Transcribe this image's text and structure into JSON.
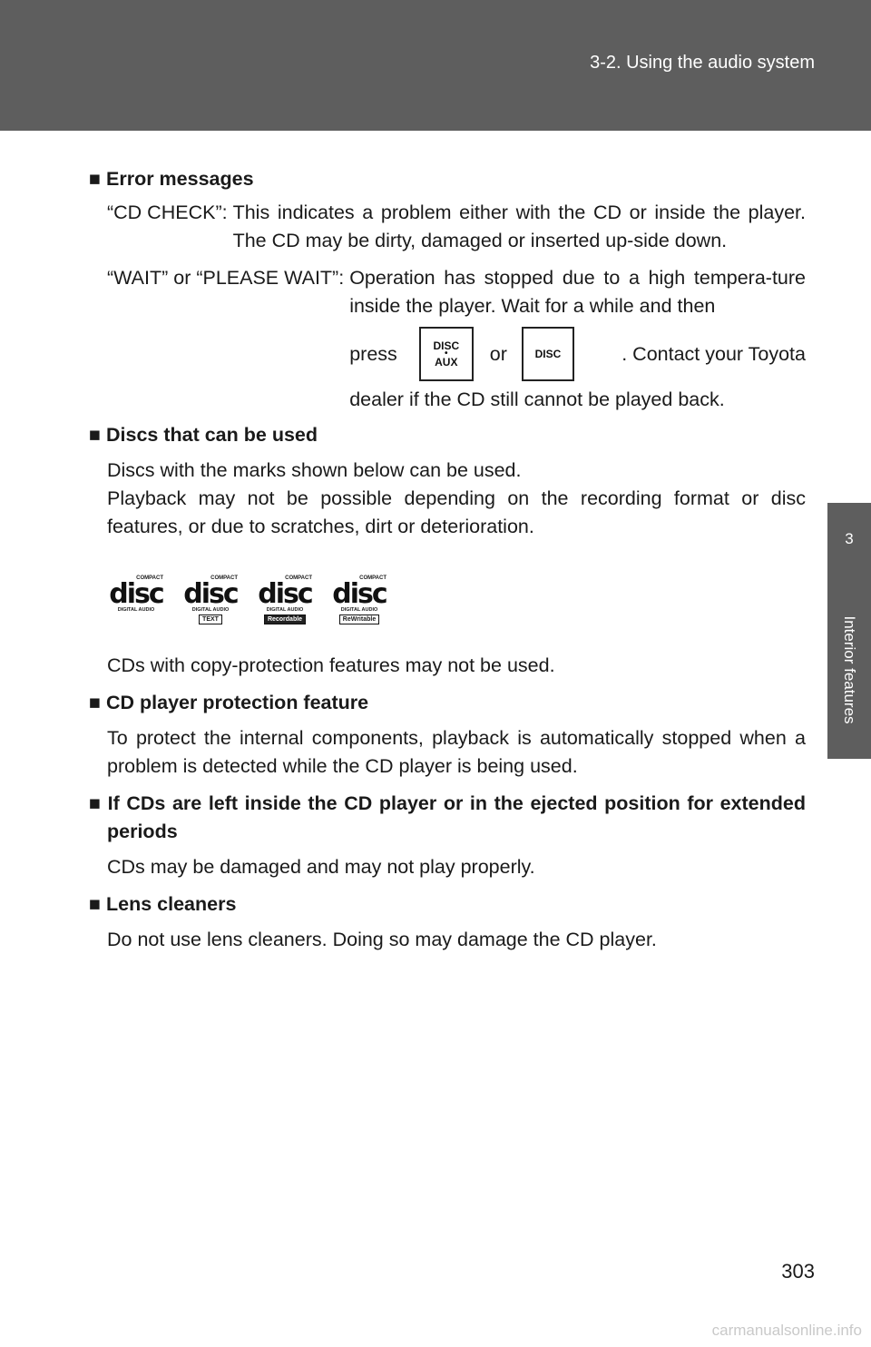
{
  "header": {
    "section_title": "3-2. Using the audio system"
  },
  "side_tab": {
    "chapter_number": "3",
    "label": "Interior features"
  },
  "error_messages": {
    "heading": "Error messages",
    "items": [
      {
        "term": "“CD CHECK”:",
        "description": "This indicates a problem either with the CD or inside the player. The CD may be dirty, damaged or inserted up-side down."
      },
      {
        "term": "“WAIT” or “PLEASE WAIT”:",
        "description_pre": "Operation has stopped due to a high tempera-ture inside the player. Wait for a while and then",
        "press_word": "press",
        "button1_line1": "DISC",
        "button1_line2": "AUX",
        "or_word": "or",
        "button2": "DISC",
        "press_tail": ". Contact your Toyota",
        "description_post": "dealer if the CD still cannot be played back."
      }
    ]
  },
  "discs": {
    "heading": "Discs that can be used",
    "para1": "Discs with the marks shown below can be used.",
    "para2": "Playback may not be possible depending on the recording format or disc features, or due to scratches, dirt or deterioration.",
    "logos": [
      {
        "top": "COMPACT",
        "word": "disc",
        "sub": "DIGITAL AUDIO",
        "tag": ""
      },
      {
        "top": "COMPACT",
        "word": "disc",
        "sub": "DIGITAL AUDIO",
        "tag": "TEXT"
      },
      {
        "top": "COMPACT",
        "word": "disc",
        "sub": "DIGITAL AUDIO",
        "tag": "Recordable"
      },
      {
        "top": "COMPACT",
        "word": "disc",
        "sub": "DIGITAL AUDIO",
        "tag": "ReWritable"
      }
    ],
    "para3": "CDs with copy-protection features may not be used."
  },
  "protection": {
    "heading": "CD player protection feature",
    "para": "To protect the internal components, playback is automatically stopped when a problem is detected while the CD player is being used."
  },
  "left_inside": {
    "heading": "If CDs are left inside the CD player or in the ejected position for extended periods",
    "para": "CDs may be damaged and may not play properly."
  },
  "lens": {
    "heading": "Lens cleaners",
    "para": "Do not use lens cleaners. Doing so may damage the CD player."
  },
  "bullet_glyph": "■",
  "page_number": "303",
  "watermark": "carmanualsonline.info",
  "colors": {
    "header_band": "#5e5e5e",
    "text": "#1a1a1a",
    "watermark": "#c9c9c9"
  }
}
